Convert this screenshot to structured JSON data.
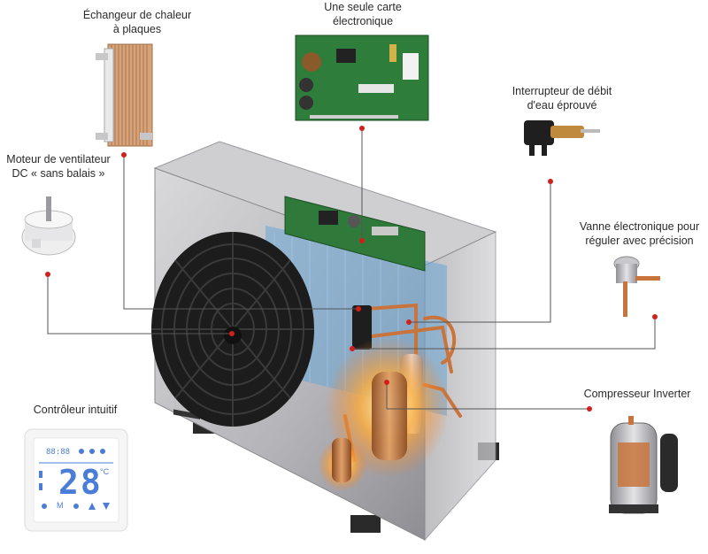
{
  "callouts": {
    "heat_exchanger": {
      "line1": "Échangeur de chaleur",
      "line2": "à plaques"
    },
    "control_board": {
      "line1": "Une seule carte",
      "line2": "électronique"
    },
    "flow_switch": {
      "line1": "Interrupteur de débit",
      "line2": "d'eau éprouvé"
    },
    "fan_motor": {
      "line1": "Moteur de ventilateur",
      "line2": "DC « sans balais »"
    },
    "expansion_valve": {
      "line1": "Vanne électronique pour",
      "line2": "réguler avec précision"
    },
    "compressor": {
      "line1": "Compresseur Inverter"
    },
    "controller": {
      "line1": "Contrôleur intuitif"
    }
  },
  "controller_display": {
    "temperature": "28",
    "unit": "°C",
    "clock": "88:88",
    "mode_label": "M"
  },
  "colors": {
    "callout_dot": "#d0201c",
    "callout_line": "#555555",
    "cabinet": "#b9b9bc",
    "fan_grille": "#1c1c1c",
    "coil": "#6aa6d6",
    "copper": "#c8743c",
    "pcb": "#2f7a3a",
    "display": "#4a7dd8"
  }
}
